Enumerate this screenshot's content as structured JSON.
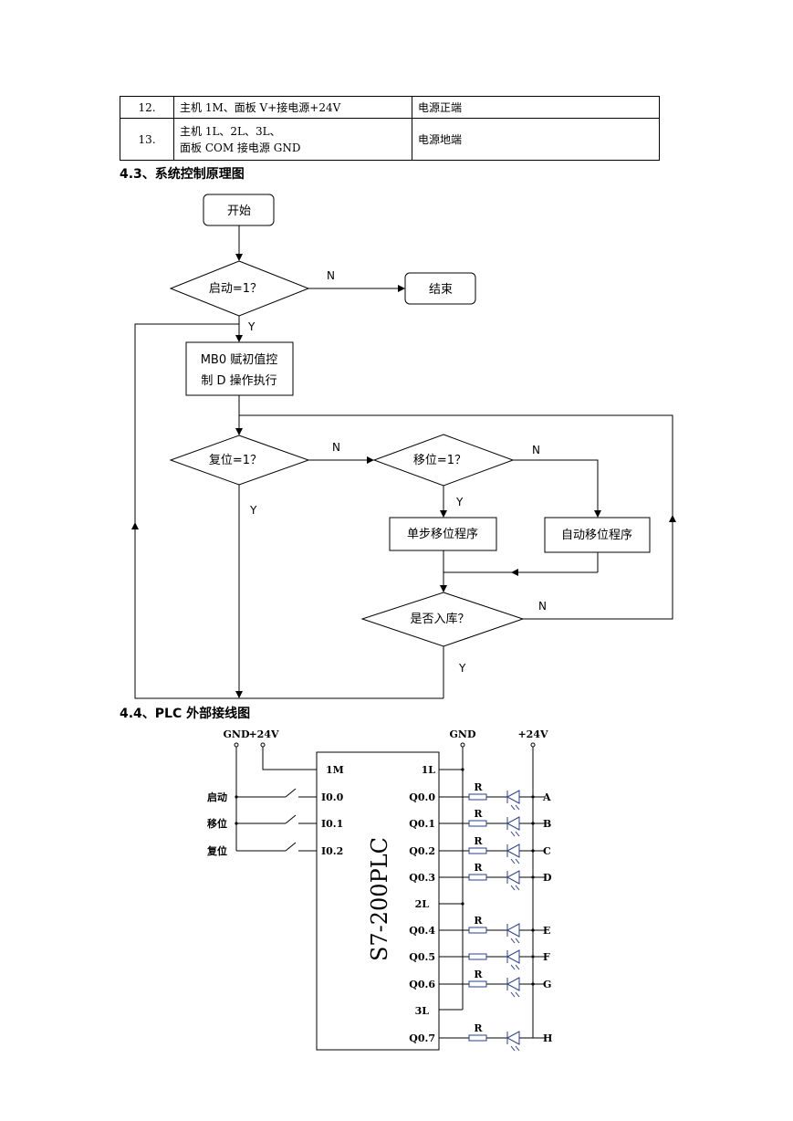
{
  "table": {
    "rows": [
      {
        "no": "12.",
        "desc_lines": [
          "主机 1M、面板 V+接电源+24V"
        ],
        "note": "电源正端"
      },
      {
        "no": "13.",
        "desc_lines": [
          "主机 1L、2L、3L、",
          "面板 COM 接电源 GND"
        ],
        "note": "电源地端"
      }
    ]
  },
  "section_43_title": "4.3、系统控制原理图",
  "flowchart": {
    "start": "开始",
    "start_check": "启动=1？",
    "end": "结束",
    "init_line1": "MB0 赋初值控",
    "init_line2": "制 D 操作执行",
    "reset_check": "复位=1？",
    "move_check": "移位=1？",
    "single_step": "单步移位程序",
    "auto_move": "自动移位程序",
    "stored_check": "是否入库？",
    "yes": "Y",
    "no": "N"
  },
  "section_44_title": "4.4、PLC 外部接线图",
  "wiring": {
    "top_left": [
      "GND",
      "+24V"
    ],
    "top_right": [
      "GND",
      "+24V"
    ],
    "plc_name": "S7-200PLC",
    "left_pins": [
      "1M",
      "I0.0",
      "I0.1",
      "I0.2"
    ],
    "inputs": [
      "启动",
      "移位",
      "复位"
    ],
    "right_pins": [
      "1L",
      "Q0.0",
      "Q0.1",
      "Q0.2",
      "Q0.3",
      "2L",
      "Q0.4",
      "Q0.5",
      "Q0.6",
      "3L",
      "Q0.7"
    ],
    "resistor_label": "R",
    "outputs": [
      "A",
      "B",
      "C",
      "D",
      "E",
      "F",
      "G",
      "H"
    ]
  }
}
